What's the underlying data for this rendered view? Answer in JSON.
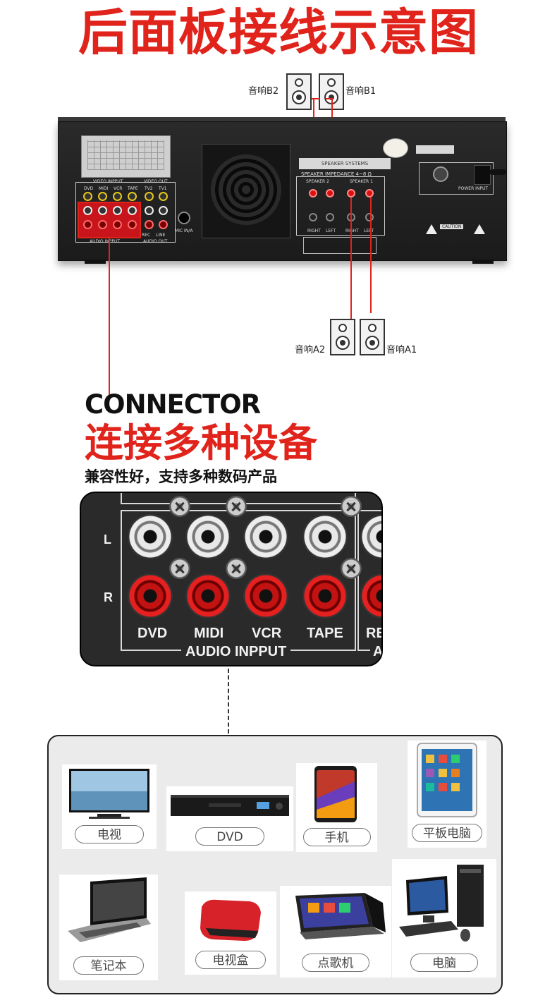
{
  "title": "后面板接线示意图",
  "speakers": {
    "b2": "音响B2",
    "b1": "音响B1",
    "a2": "音响A2",
    "a1": "音响A1"
  },
  "amplifier": {
    "video_input": "VIDEO INPPUT",
    "video_out": "VIDEO OUT",
    "audio_input": "AUDIO INPPUT",
    "audio_out": "AUDIO OUT",
    "inputs": [
      "DVD",
      "MIDI",
      "VCR",
      "TAPE"
    ],
    "outputs_top": [
      "TV2",
      "TV1"
    ],
    "outputs_bottom": [
      "REC",
      "LINE"
    ],
    "mic": "MIC IN/A",
    "speaker_systems": "SPEAKER SYSTEMS",
    "speaker_impedance": "SPEAKER IMPEDANCE 4~8 Ω",
    "speaker_2": "SPEAKER 2",
    "speaker_1": "SPEAKER 1",
    "right": "RIGHT",
    "left": "LEFT",
    "caution": "CAUTION",
    "power_input": "POWER INPUT"
  },
  "connector": {
    "title": "CONNECTOR",
    "subtitle": "连接多种设备",
    "description": "兼容性好，支持多种数码产品"
  },
  "closeup": {
    "left_label": "L",
    "right_label": "R",
    "inputs": [
      "DVD",
      "MIDI",
      "VCR",
      "TAPE"
    ],
    "partial_next": "RE",
    "group_label": "AUDIO INPPUT",
    "partial_group": "A"
  },
  "devices": [
    "电视",
    "DVD",
    "手机",
    "平板电脑",
    "笔记本",
    "电视盒",
    "点歌机",
    "电脑"
  ]
}
